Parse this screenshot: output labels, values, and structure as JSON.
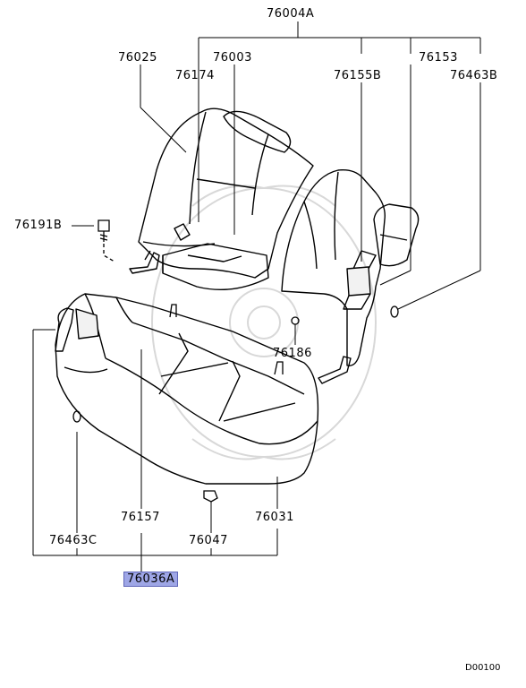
{
  "labels": {
    "p76004A": "76004A",
    "p76025": "76025",
    "p76003": "76003",
    "p76153": "76153",
    "p76174": "76174",
    "p76155B": "76155B",
    "p76463B": "76463B",
    "p76191B": "76191B",
    "p76186": "76186",
    "p76157": "76157",
    "p76031": "76031",
    "p76463C": "76463C",
    "p76047": "76047",
    "p76036A": "76036A"
  },
  "diagram_code": "D00100",
  "highlight_color": "#9ea6e6"
}
